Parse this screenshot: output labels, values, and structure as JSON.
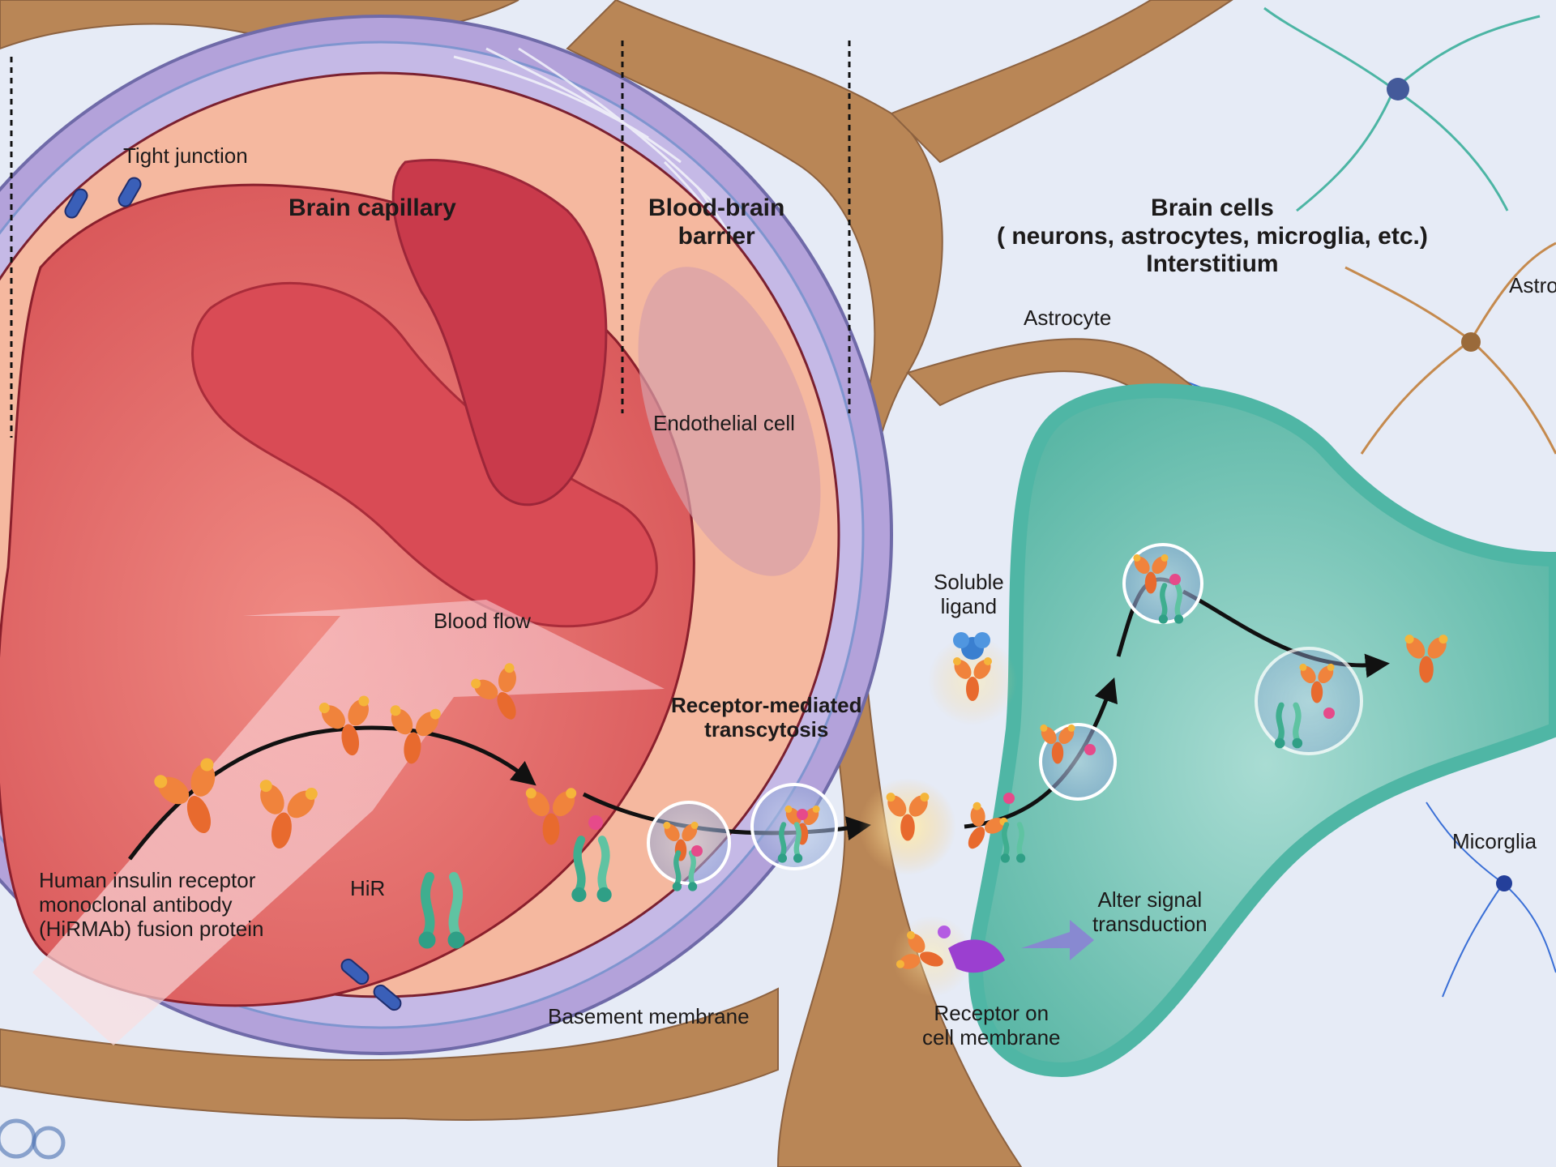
{
  "labels": {
    "tight_junction": "Tight junction",
    "brain_capillary": "Brain capillary",
    "bbb_line1": "Blood-brain",
    "bbb_line2": "barrier",
    "brain_cells_line1": "Brain cells",
    "brain_cells_line2": "( neurons, astrocytes, microglia, etc.)",
    "brain_cells_line3": "Interstitium",
    "astrocyte": "Astrocyte",
    "astrocyte_edge": "Astro",
    "endothelial_cell": "Endothelial cell",
    "blood_flow": "Blood flow",
    "soluble_ligand_line1": "Soluble",
    "soluble_ligand_line2": "ligand",
    "rmt_line1": "Receptor-mediated",
    "rmt_line2": "transcytosis",
    "hirmab_line1": "Human insulin receptor",
    "hirmab_line2": "monoclonal antibody",
    "hirmab_line3": "(HiRMAb) fusion protein",
    "hir": "HiR",
    "alter_line1": "Alter signal",
    "alter_line2": "transduction",
    "microglia": "Micorglia",
    "basement_membrane": "Basement membrane",
    "receptor_line1": "Receptor on",
    "receptor_line2": "cell membrane"
  },
  "colors": {
    "background": "#e6ebf6",
    "capillary_lumen": "#e86a62",
    "endothelium": "#f4b39a",
    "basement_membrane": "#a88fd0",
    "astrocyte_process": "#b88558",
    "neuron_body": "#5fbfae",
    "antibody_fusion": "#ef7a35",
    "receptor": "#3fae8f",
    "soluble_ligand": "#3a7fd0",
    "membrane_receptor": "#9b3fd0"
  }
}
